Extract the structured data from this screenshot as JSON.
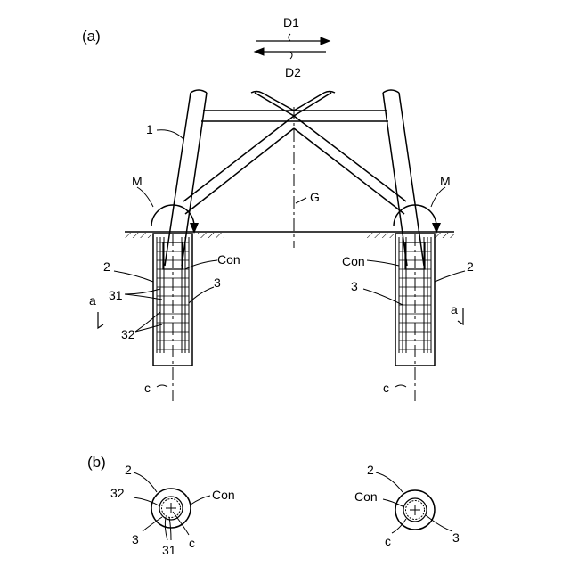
{
  "panels": {
    "a": {
      "label": "(a)"
    },
    "b": {
      "label": "(b)"
    }
  },
  "directions": {
    "d1": "D1",
    "d2": "D2"
  },
  "labels_a": {
    "tower": "1",
    "moment_left": "M",
    "moment_right": "M",
    "gravity_axis": "G",
    "foundation_left": "2",
    "foundation_right": "2",
    "concrete_left": "Con",
    "concrete_right": "Con",
    "cage_left": "3",
    "cage_right": "3",
    "bar_31": "31",
    "bar_32": "32",
    "section_left": "a",
    "section_right": "a",
    "center_left": "c",
    "center_right": "c"
  },
  "labels_b": {
    "left": {
      "foundation": "2",
      "bar_32": "32",
      "concrete": "Con",
      "cage": "3",
      "bar_31": "31",
      "center": "c"
    },
    "right": {
      "foundation": "2",
      "concrete": "Con",
      "center": "c",
      "cage": "3"
    }
  }
}
